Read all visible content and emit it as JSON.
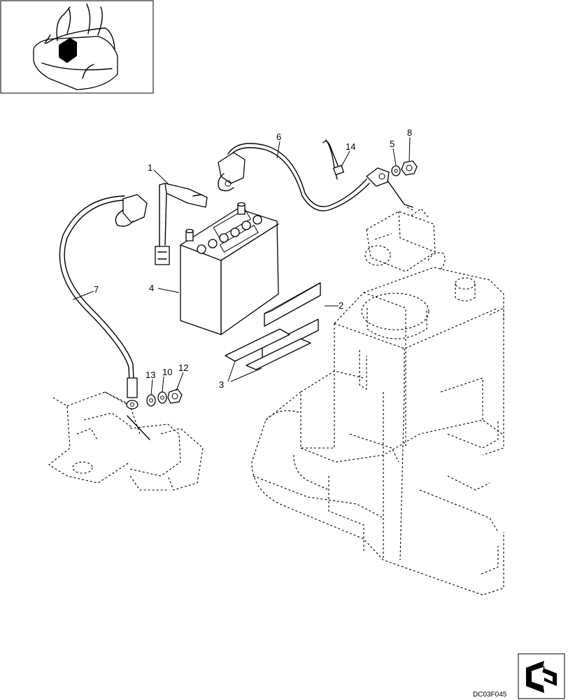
{
  "diagram": {
    "callouts": [
      {
        "id": "c1",
        "text": "1"
      },
      {
        "id": "c2",
        "text": "2"
      },
      {
        "id": "c3",
        "text": "3"
      },
      {
        "id": "c4",
        "text": "4"
      },
      {
        "id": "c5",
        "text": "5"
      },
      {
        "id": "c6",
        "text": "6"
      },
      {
        "id": "c7",
        "text": "7"
      },
      {
        "id": "c8",
        "text": "8"
      },
      {
        "id": "c10",
        "text": "10"
      },
      {
        "id": "c12",
        "text": "12"
      },
      {
        "id": "c13",
        "text": "13"
      },
      {
        "id": "c14",
        "text": "14"
      }
    ],
    "drawing_code": "DC03F045",
    "icons": {
      "inset": "machine-location-inset-icon",
      "nav": "navigation-arrow-icon"
    }
  }
}
